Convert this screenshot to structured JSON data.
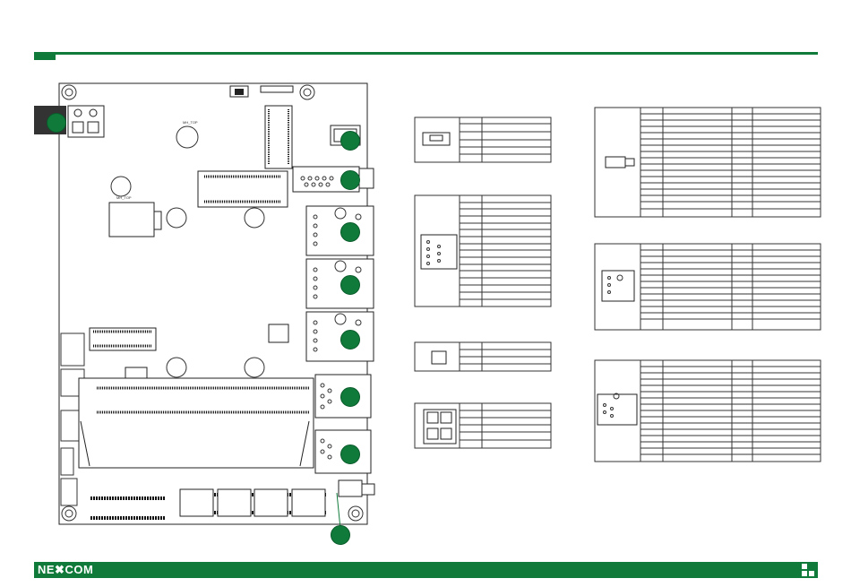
{
  "header": {
    "accent_color": "#0f7a3a"
  },
  "footer": {
    "logo_text": "NE✖COM",
    "color": "#0f7a3a"
  },
  "board": {
    "silkscreen": [
      "MH_TOP",
      "MH_TOP"
    ]
  },
  "connector_markers": {
    "count": 10,
    "color": "#0f7a3a"
  },
  "pinout_tables": {
    "left_column": [
      "table-1",
      "table-2",
      "table-3",
      "table-4"
    ],
    "right_column": [
      "table-5",
      "table-6",
      "table-7"
    ]
  }
}
